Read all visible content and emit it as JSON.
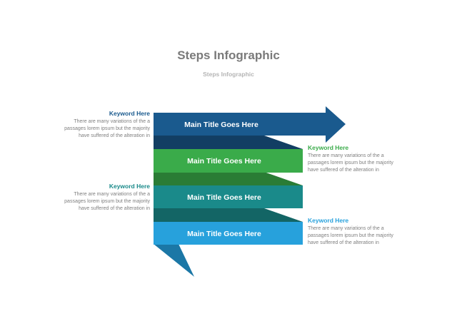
{
  "header": {
    "title": "Steps Infographic",
    "subtitle": "Steps Infographic"
  },
  "steps": [
    {
      "label": "Main Title Goes Here",
      "keyword": "Keyword Here",
      "text": "There are many variations of the a passages lorem ipsum but the majority have suffered  of the alteration in",
      "color": "#1a5a8e",
      "fold_color": "#123e63"
    },
    {
      "label": "Main Title Goes Here",
      "keyword": "Keyword Here",
      "text": "There are many variations of the a passages lorem ipsum but the majority have suffered  of the alteration in",
      "color": "#3aab4a",
      "fold_color": "#2a7c35"
    },
    {
      "label": "Main Title Goes Here",
      "keyword": "Keyword Here",
      "text": "There are many variations of the a passages lorem ipsum but the majority have suffered  of the alteration in",
      "color": "#1a8a8a",
      "fold_color": "#136565"
    },
    {
      "label": "Main Title Goes Here",
      "keyword": "Keyword Here",
      "text": "There are many variations of the a passages lorem ipsum but the majority have suffered  of the alteration in",
      "color": "#27a1dc",
      "fold_color": "#1b77a6"
    }
  ]
}
